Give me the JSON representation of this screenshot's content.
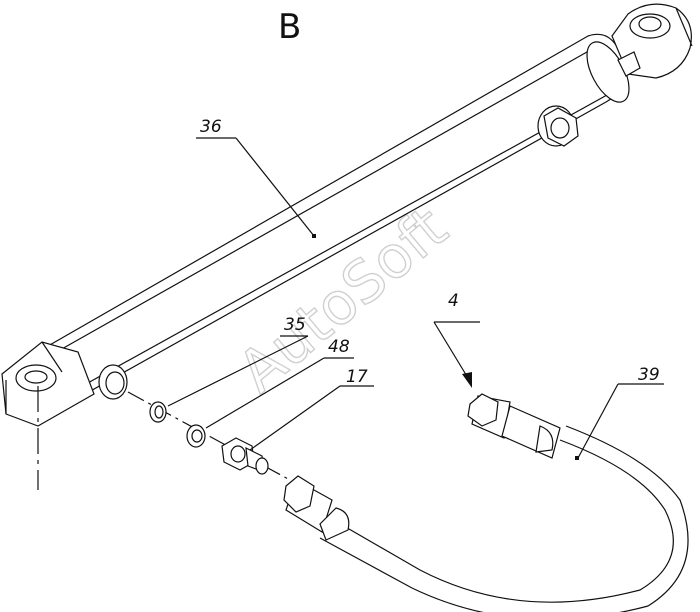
{
  "view_label": "В",
  "watermark": "AutoSoft",
  "callouts": [
    {
      "id": "c36",
      "text": "36"
    },
    {
      "id": "c35",
      "text": "35"
    },
    {
      "id": "c48",
      "text": "48"
    },
    {
      "id": "c17",
      "text": "17"
    },
    {
      "id": "c4",
      "text": "4"
    },
    {
      "id": "c39",
      "text": "39"
    }
  ]
}
